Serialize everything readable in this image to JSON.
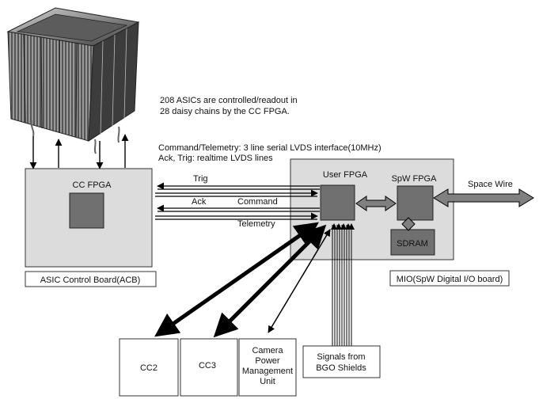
{
  "notes": {
    "asic_line1": "208 ASICs are controlled/readout in",
    "asic_line2": "28 daisy chains by the CC FPGA.",
    "interface_line1": "Command/Telemetry: 3 line serial LVDS interface(10MHz)",
    "interface_line2": "Ack, Trig: realtime LVDS lines"
  },
  "acb": {
    "chip_label": "CC FPGA",
    "caption": "ASIC Control Board(ACB)"
  },
  "mio": {
    "user_fpga": "User FPGA",
    "spw_fpga": "SpW FPGA",
    "sdram": "SDRAM",
    "caption": "MIO(SpW Digital I/O board)"
  },
  "signals": {
    "trig": "Trig",
    "ack": "Ack",
    "command": "Command",
    "telemetry": "Telemetry",
    "space_wire": "Space Wire"
  },
  "boxes": {
    "cc2": "CC2",
    "cc3": "CC3",
    "cpmu_line1": "Camera",
    "cpmu_line2": "Power",
    "cpmu_line3": "Management",
    "cpmu_line4": "Unit",
    "bgo_line1": "Signals from",
    "bgo_line2": "BGO Shields"
  },
  "colors": {
    "board_fill": "#dcdcdc",
    "chip_fill": "#707070",
    "arrow_fill": "#808080"
  }
}
